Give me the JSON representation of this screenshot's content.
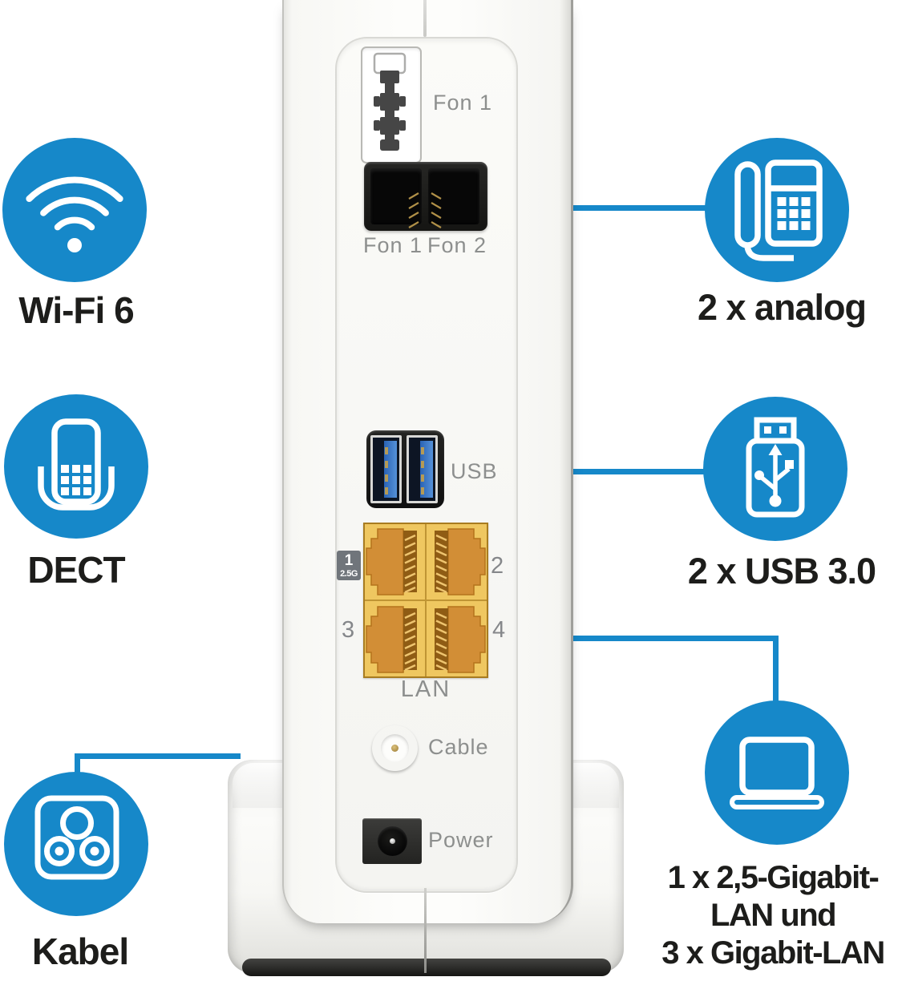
{
  "colors": {
    "accent_blue": "#1688c9",
    "label_dark": "#1d1d1b",
    "label_gray": "#8d8f8e",
    "lan_yellow": "#efc760",
    "lan_orange": "#d28e36"
  },
  "left_features": [
    {
      "id": "wifi",
      "label": "Wi-Fi 6",
      "icon": "wifi-icon"
    },
    {
      "id": "dect",
      "label": "DECT",
      "icon": "dect-handset-icon"
    },
    {
      "id": "kabel",
      "label": "Kabel",
      "icon": "cable-wall-socket-icon"
    }
  ],
  "right_features": [
    {
      "id": "analog",
      "label": "2 x analog",
      "icon": "desk-phone-icon"
    },
    {
      "id": "usb",
      "label": "2 x USB 3.0",
      "icon": "usb-stick-icon"
    },
    {
      "id": "lan",
      "label_lines": [
        "1 x 2,5-Gigabit-",
        "LAN und",
        "3 x Gigabit-LAN"
      ],
      "icon": "laptop-icon"
    }
  ],
  "device": {
    "ports": {
      "tae_label": "Fon 1",
      "fon1_label": "Fon 1",
      "fon2_label": "Fon 2",
      "usb_label": "USB",
      "lan_label": "LAN",
      "lan1_badge_number": "1",
      "lan1_badge_speed": "2.5G",
      "lan2_label": "2",
      "lan3_label": "3",
      "lan4_label": "4",
      "cable_label": "Cable",
      "power_label": "Power"
    }
  }
}
